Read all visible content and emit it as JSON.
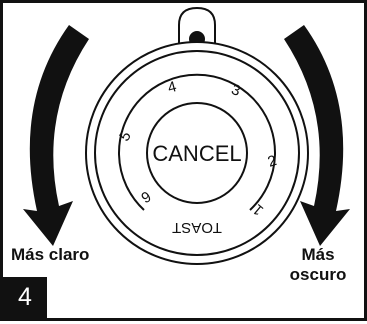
{
  "dial": {
    "center_label": "CANCEL",
    "bottom_label": "TOAST",
    "numbers": [
      "1",
      "2",
      "3",
      "4",
      "5",
      "6"
    ]
  },
  "labels": {
    "lighter": "Más claro",
    "darker_line1": "Más",
    "darker_line2": "oscuro"
  },
  "step": "4",
  "colors": {
    "ink": "#111111",
    "background": "#ffffff"
  }
}
